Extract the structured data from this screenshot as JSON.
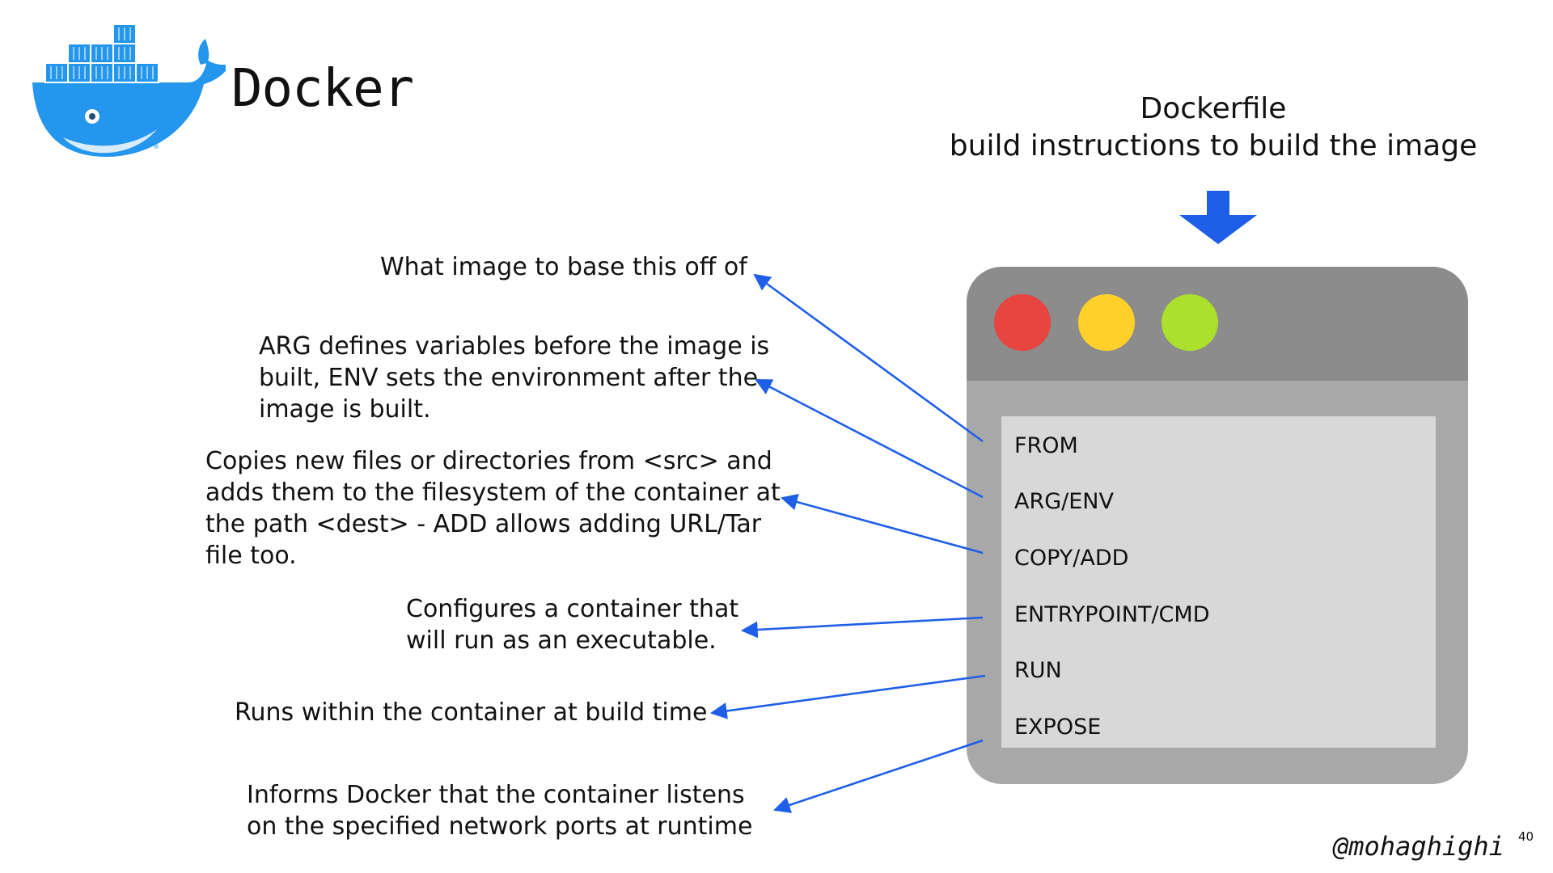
{
  "brand": {
    "title": "Docker"
  },
  "dockerfile": {
    "title": "Dockerfile",
    "subtitle": "build instructions to build the image",
    "instructions": [
      "FROM",
      "ARG/ENV",
      "COPY/ADD",
      "ENTRYPOINT/CMD",
      "RUN",
      "EXPOSE"
    ]
  },
  "notes": {
    "from": [
      "What image to base this off of"
    ],
    "arg_env": [
      "ARG defines variables before the image is",
      "built, ENV sets the environment after the",
      "image is built."
    ],
    "copy_add": [
      "Copies new files or directories from <src> and",
      "adds them to the filesystem of the container at",
      "the path <dest> - ADD allows adding URL/Tar",
      "file too."
    ],
    "entrypoint": [
      "Configures a container that",
      "will run as an executable."
    ],
    "run": [
      "Runs within the container at build time"
    ],
    "expose": [
      "Informs Docker that the container listens",
      "on the specified network ports at runtime"
    ]
  },
  "footer": {
    "handle": "@mohaghighi",
    "page": "40"
  },
  "colors": {
    "docker_blue": "#2496ed",
    "arrow_blue": "#1f5fe8",
    "window_frame": "#a8a8a8",
    "window_titlebar": "#8c8c8c",
    "content_panel": "#d8d8d8",
    "dot_red": "#e84440",
    "dot_yellow": "#ffd02a",
    "dot_green": "#abe02c"
  },
  "icons": {
    "logo": "docker-whale-icon",
    "down_arrow": "arrow-down-icon"
  }
}
